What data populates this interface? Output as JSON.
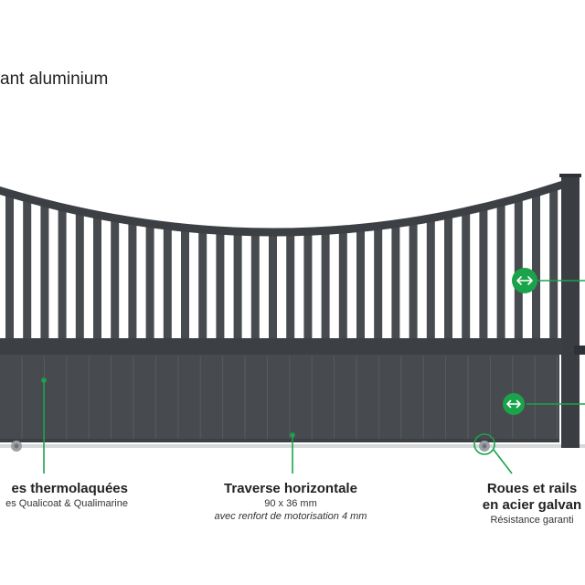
{
  "header": {
    "title": "ant aluminium"
  },
  "callouts": {
    "left": {
      "heading": "es thermolaquées",
      "sub": "es Qualicoat & Qualimarine"
    },
    "middle": {
      "heading": "Traverse horizontale",
      "sub": "90 x 36 mm",
      "note": "avec renfort de motorisation 4 mm"
    },
    "right": {
      "heading_line1": "Roues et rails",
      "heading_line2": "en acier galvan",
      "sub": "Résistance garanti"
    }
  },
  "colors": {
    "gate": "#474b4f",
    "gate_dark": "#3c4044",
    "panel_line": "#585c60",
    "accent": "#1aa34a",
    "rail": "#bfc2c5"
  },
  "icons": {
    "marker_arrows": "double-arrow-icon",
    "marker_dot": "dot-marker-icon",
    "wheel": "wheel-icon"
  }
}
